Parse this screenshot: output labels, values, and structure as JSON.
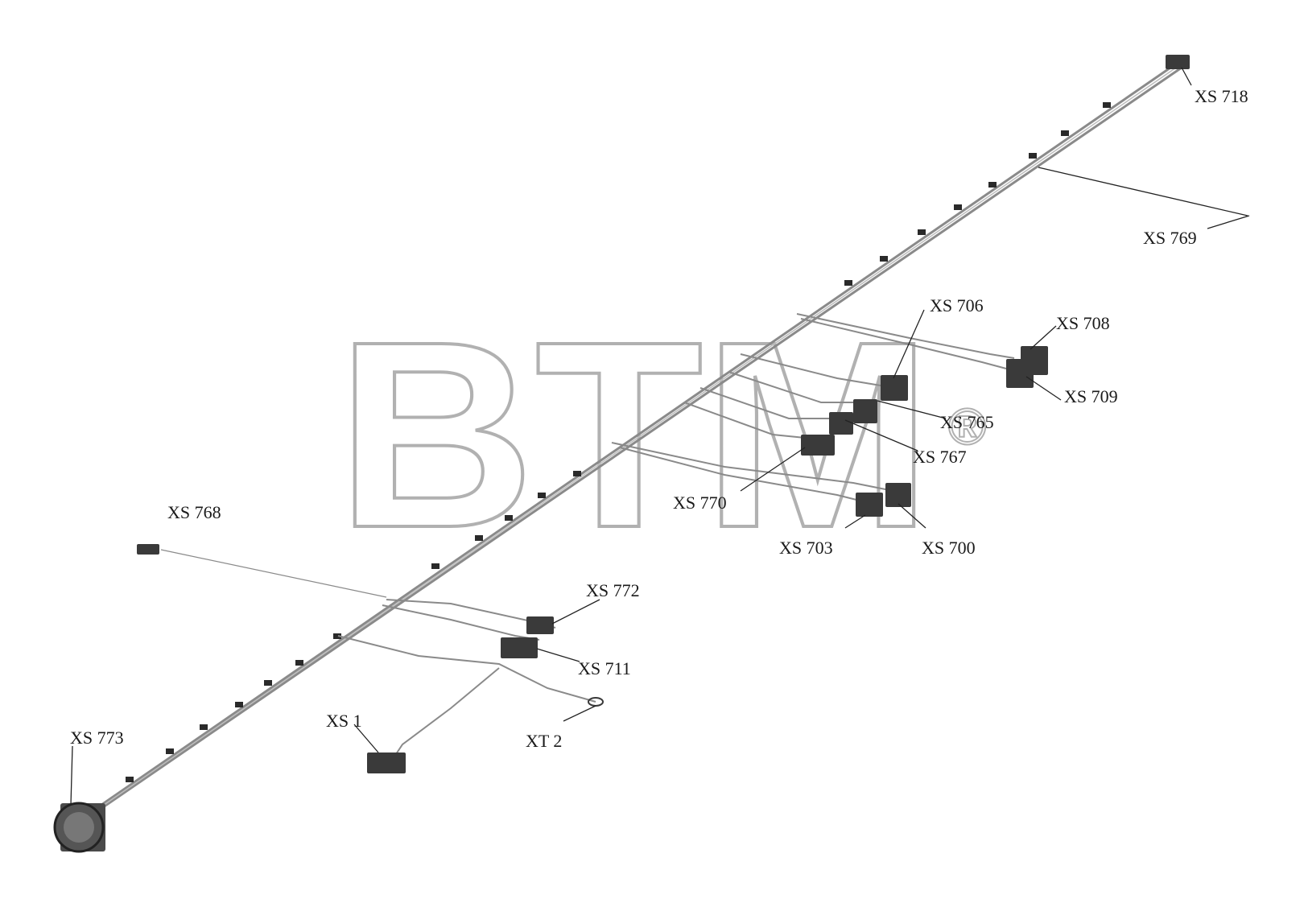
{
  "watermark": {
    "text": "BTM",
    "mark": "®",
    "color": "#a9a9a9"
  },
  "labels": {
    "xs718": "XS 718",
    "xs769": "XS 769",
    "xs706": "XS 706",
    "xs708": "XS 708",
    "xs709": "XS 709",
    "xs765": "XS 765",
    "xs767": "XS 767",
    "xs770": "XS 770",
    "xs768": "XS 768",
    "xs703": "XS 703",
    "xs700": "XS 700",
    "xs772": "XS 772",
    "xs711": "XS 711",
    "xs1": "XS 1",
    "xt2": "XT 2",
    "xs773": "XS 773"
  },
  "colors": {
    "wire": "#8a8a8a",
    "clamp": "#2a2a2a",
    "connector": "#3a3a3a",
    "leader": "#222222"
  }
}
